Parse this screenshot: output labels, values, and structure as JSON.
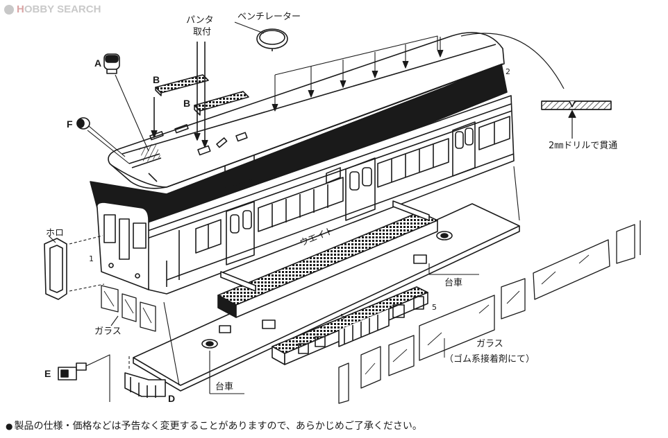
{
  "watermark": {
    "brand_red": "H",
    "brand_text": "OBBY SEARCH"
  },
  "labels": {
    "panta_line1": "パンタ",
    "panta_line2": "取付",
    "ventilator": "ベンチレーター",
    "drill": "2㎜ドリルで貫通",
    "a": "A",
    "b1": "B",
    "b2": "B",
    "f": "F",
    "horo": "ホロ",
    "glass_left": "ガラス",
    "weight": "ウエイト",
    "daisha_right": "台車",
    "daisha_bottom": "台車",
    "glass_right": "ガラス",
    "glue_note": "（ゴム系接着剤にて）",
    "e": "E",
    "d": "D",
    "num_1": "1",
    "num_2": "2",
    "num_5a": "5",
    "num_5b": "5"
  },
  "footer": {
    "note": "製品の仕様・価格などは予告なく変更することがありますので、あらかじめご了承ください。"
  },
  "colors": {
    "ink": "#1a1a1a",
    "paper": "#ffffff",
    "watermark": "#c9c9c9"
  }
}
